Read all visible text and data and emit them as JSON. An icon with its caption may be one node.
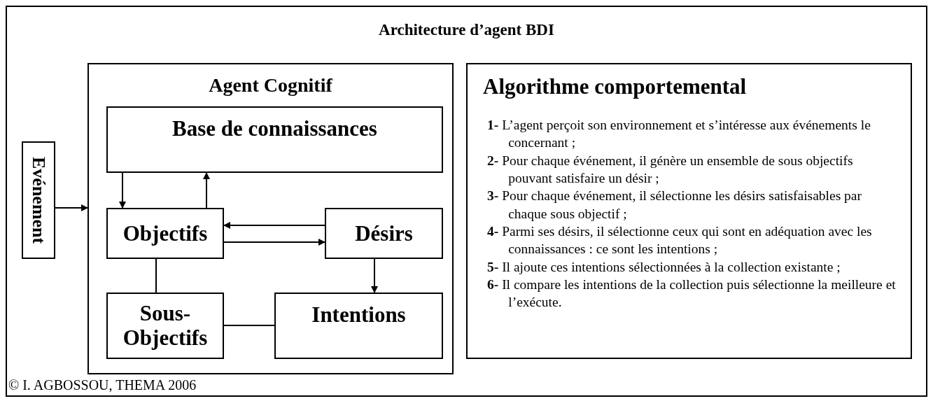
{
  "diagram": {
    "title": "Architecture d’agent BDI",
    "caption": "© I. AGBOSSOU, THEMA 2006",
    "nodes": [
      {
        "text": [
          "Evénement"
        ]
      },
      {
        "text": [
          "Agent Cognitif"
        ]
      },
      {
        "text": [
          "Base de connaissances"
        ],
        "in": 1
      },
      {
        "text": [
          "Objectifs"
        ],
        "in": 1
      },
      {
        "text": [
          "Désirs"
        ],
        "in": 1
      },
      {
        "text": [
          "Sous- Objectifs"
        ],
        "in": 1
      },
      {
        "text": [
          "Intentions"
        ],
        "in": 1
      },
      {
        "text": [
          "Algorithme comportemental",
          "**1-** L’agent perçoit son environnement et s’intéresse aux événements le concernant ;",
          "**2-** Pour chaque événement, il génère un ensemble de sous objectifs pouvant satisfaire un désir ;",
          "**3-** Pour chaque événement, il sélectionne les désirs satisfaisables par chaque sous objectif ;",
          "**4-** Parmi ses désirs, il sélectionne ceux qui sont en adéquation avec les connaissances : ce sont les intentions ;",
          "**5-** Il ajoute ces intentions sélectionnées à la collection existante ;",
          "**6-** Il compare les intentions de la collection puis sélectionne la meilleure et l’exécute."
        ]
      }
    ],
    "edges": [
      {
        "from": 0,
        "to": 1,
        "arrow": "to"
      },
      {
        "from": 2,
        "to": 3,
        "arrow": "to"
      },
      {
        "from": 3,
        "to": 2,
        "arrow": "to"
      },
      {
        "from": 4,
        "to": 3,
        "arrow": "to"
      },
      {
        "from": 3,
        "to": 4,
        "arrow": "to"
      },
      {
        "from": 4,
        "to": 6,
        "arrow": "to"
      },
      {
        "from": 3,
        "to": 5,
        "arrow": "none"
      },
      {
        "from": 5,
        "to": 6,
        "arrow": "none"
      }
    ]
  }
}
